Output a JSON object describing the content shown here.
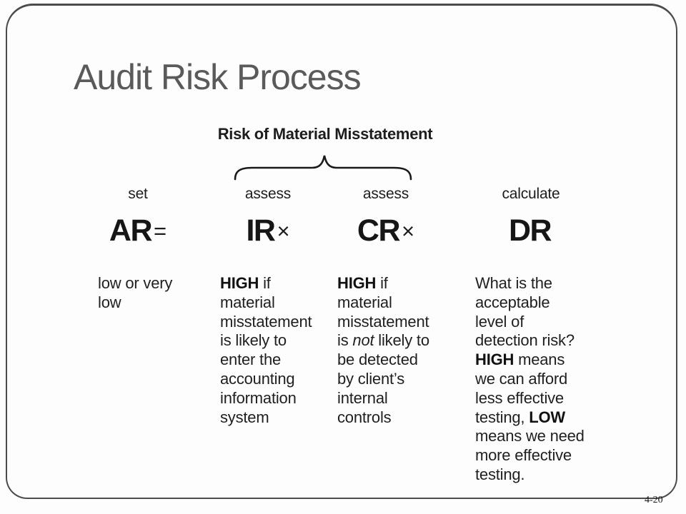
{
  "slide": {
    "title": "Audit Risk Process",
    "page_number": "4-20",
    "colors": {
      "title": "#5a5a5a",
      "text": "#1d1d1d",
      "border": "#4b4b4b"
    }
  },
  "diagram": {
    "group_label": "Risk of Material Misstatement",
    "columns": [
      {
        "action": "set",
        "symbol": "AR",
        "operator": "=",
        "lines": [
          [
            {
              "t": "low or very"
            }
          ],
          [
            {
              "t": "low"
            }
          ]
        ]
      },
      {
        "action": "assess",
        "symbol": "IR",
        "operator": "×",
        "lines": [
          [
            {
              "t": "HIGH",
              "b": true
            },
            {
              "t": " if"
            }
          ],
          [
            {
              "t": "material"
            }
          ],
          [
            {
              "t": "misstatement"
            }
          ],
          [
            {
              "t": "is likely to"
            }
          ],
          [
            {
              "t": "enter the"
            }
          ],
          [
            {
              "t": "accounting"
            }
          ],
          [
            {
              "t": "information"
            }
          ],
          [
            {
              "t": "system"
            }
          ]
        ]
      },
      {
        "action": "assess",
        "symbol": "CR",
        "operator": "×",
        "lines": [
          [
            {
              "t": "HIGH",
              "b": true
            },
            {
              "t": " if"
            }
          ],
          [
            {
              "t": "material"
            }
          ],
          [
            {
              "t": "misstatement"
            }
          ],
          [
            {
              "t": "is "
            },
            {
              "t": "not",
              "i": true
            },
            {
              "t": " likely to"
            }
          ],
          [
            {
              "t": "be detected"
            }
          ],
          [
            {
              "t": "by client’s"
            }
          ],
          [
            {
              "t": "internal"
            }
          ],
          [
            {
              "t": "controls"
            }
          ]
        ]
      },
      {
        "action": "calculate",
        "symbol": "DR",
        "operator": "",
        "lines": [
          [
            {
              "t": "What is the"
            }
          ],
          [
            {
              "t": "acceptable"
            }
          ],
          [
            {
              "t": "level of"
            }
          ],
          [
            {
              "t": "detection risk?"
            }
          ],
          [
            {
              "t": "HIGH",
              "b": true
            },
            {
              "t": " means"
            }
          ],
          [
            {
              "t": "we can afford"
            }
          ],
          [
            {
              "t": "less effective"
            }
          ],
          [
            {
              "t": "testing, "
            },
            {
              "t": "LOW",
              "b": true
            }
          ],
          [
            {
              "t": "means we need"
            }
          ],
          [
            {
              "t": "more effective"
            }
          ],
          [
            {
              "t": "testing."
            }
          ]
        ]
      }
    ]
  }
}
